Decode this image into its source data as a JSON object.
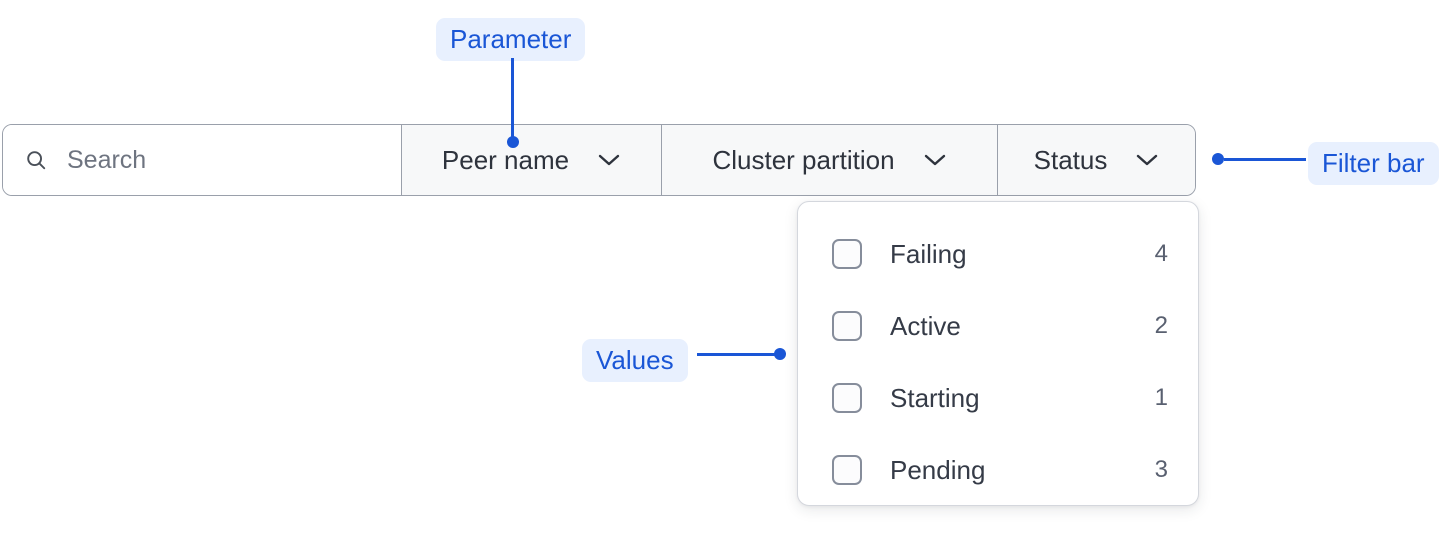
{
  "filter_bar": {
    "search": {
      "icon": "search-icon",
      "placeholder": "Search",
      "value": ""
    },
    "sections": [
      {
        "label": "Peer name",
        "icon": "chevron-down-icon"
      },
      {
        "label": "Cluster partition",
        "icon": "chevron-down-icon"
      },
      {
        "label": "Status",
        "icon": "chevron-down-icon"
      }
    ]
  },
  "status_dropdown": {
    "options": [
      {
        "label": "Failing",
        "count": "4",
        "checked": false
      },
      {
        "label": "Active",
        "count": "2",
        "checked": false
      },
      {
        "label": "Starting",
        "count": "1",
        "checked": false
      },
      {
        "label": "Pending",
        "count": "3",
        "checked": false
      }
    ]
  },
  "annotations": {
    "parameter": "Parameter",
    "values": "Values",
    "filter_bar": "Filter bar"
  },
  "colors": {
    "annotation_text": "#1a56d6",
    "annotation_pill_bg": "#e8f0fe",
    "bar_border": "#9aa0ab",
    "section_bg": "#f7f8f9",
    "text_primary": "#2e333d",
    "text_secondary": "#596070"
  }
}
